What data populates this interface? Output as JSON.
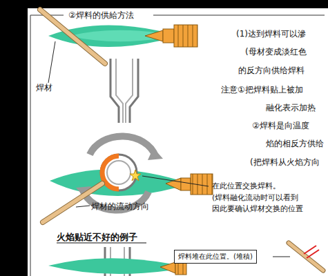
{
  "diagram": {
    "title": "②焊料的供給方法",
    "nodes": [
      {
        "text": [
          "焊料堆在此位置。(堆積)"
        ]
      }
    ],
    "labels": [
      "(1)达到焊料可以滲",
      "(母材变成淡红色",
      "的反方向供给焊料",
      "注意①把焊料贴上被加",
      "融化表示加热",
      "②焊料是向温度",
      "焰的相反方供给",
      "(把焊料从火焰方向",
      "焊材",
      "在此位置交换焊料。",
      "(焊料融化流动时可以看到",
      "因此要确认焊材交换的位置",
      "焊材的流动方向",
      "火焰贴近不好的例子"
    ]
  }
}
